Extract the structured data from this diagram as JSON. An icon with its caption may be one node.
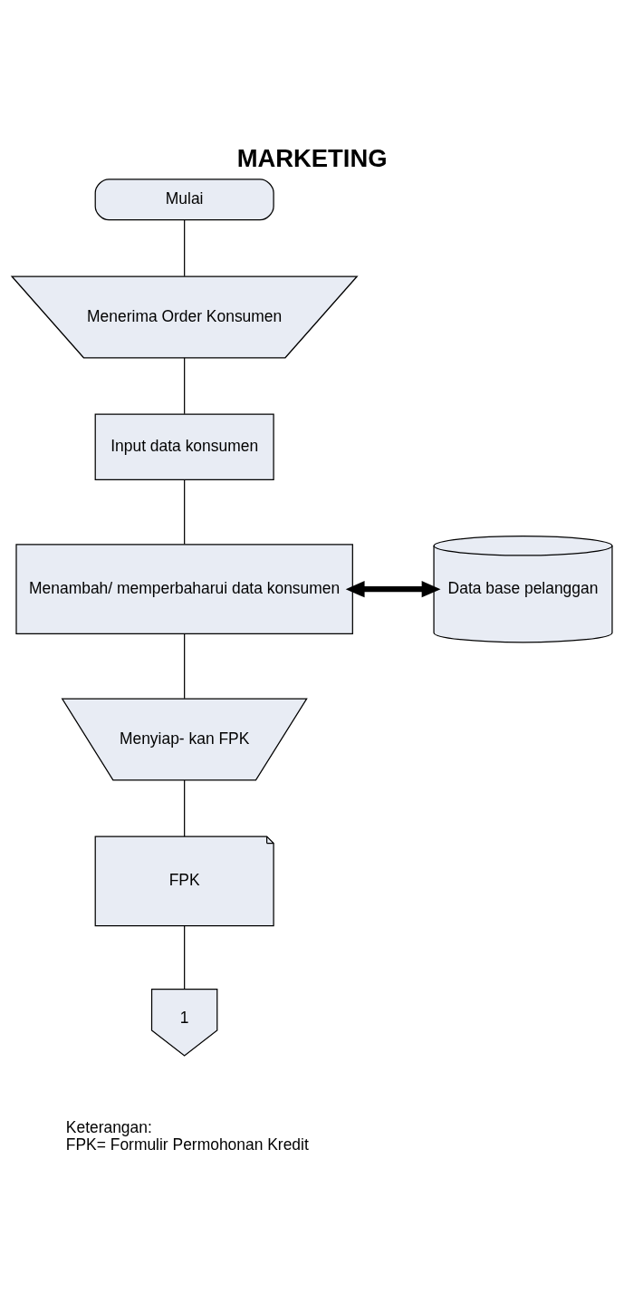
{
  "diagram": {
    "title": "MARKETING",
    "nodes": [
      {
        "text": [
          "Mulai"
        ]
      },
      {
        "text": [
          "Menerima Order Konsumen"
        ]
      },
      {
        "text": [
          "Input data konsumen"
        ]
      },
      {
        "text": [
          "Menambah/ memperbaharui data konsumen"
        ]
      },
      {
        "text": [
          "Data base pelanggan"
        ]
      },
      {
        "text": [
          "Menyiap- kan FPK"
        ]
      },
      {
        "text": [
          "FPK"
        ]
      },
      {
        "text": [
          "1"
        ]
      }
    ],
    "edges": [
      {
        "from": 0,
        "to": 1,
        "arrow": "none"
      },
      {
        "from": 1,
        "to": 2,
        "arrow": "none"
      },
      {
        "from": 2,
        "to": 3,
        "arrow": "none"
      },
      {
        "from": 3,
        "to": 4,
        "arrow": "both",
        "style": "thick"
      },
      {
        "from": 3,
        "to": 5,
        "arrow": "none"
      },
      {
        "from": 5,
        "to": 6,
        "arrow": "none"
      },
      {
        "from": 6,
        "to": 7,
        "arrow": "none"
      }
    ],
    "labels": [
      "Keterangan:",
      "FPK= Formulir Permohonan Kredit"
    ]
  }
}
